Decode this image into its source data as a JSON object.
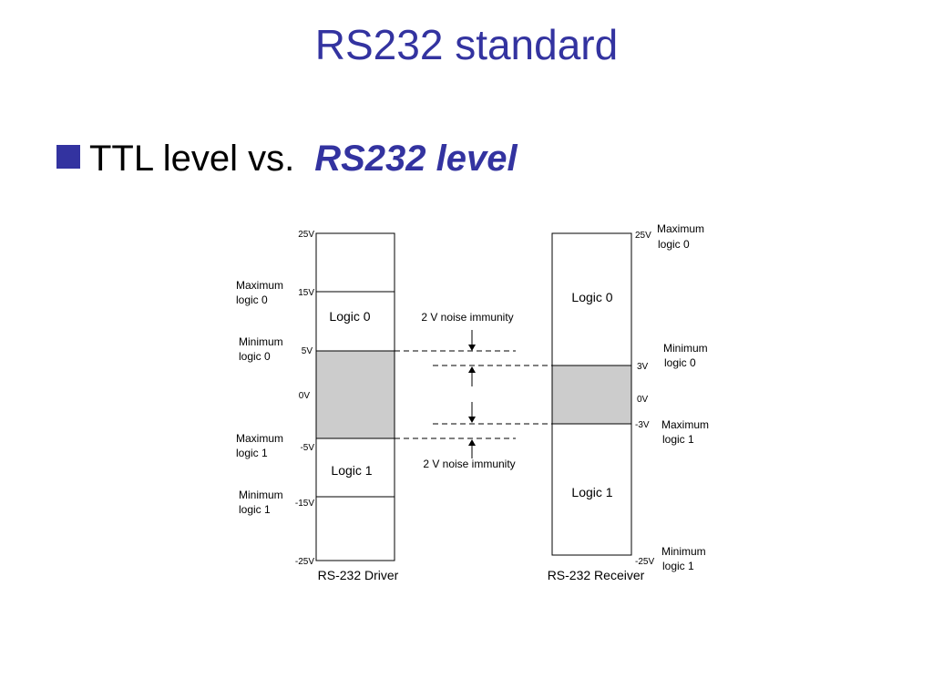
{
  "slide": {
    "title": "RS232 standard",
    "bullet_main": "TTL level  vs.",
    "bullet_emphasis": "RS232 level",
    "accent_color": "#3333a0"
  },
  "diagram": {
    "driver": {
      "caption": "RS-232 Driver",
      "ticks": [
        "25V",
        "15V",
        "5V",
        "0V",
        "-5V",
        "-15V",
        "-25V"
      ],
      "logic0": "Logic 0",
      "logic1": "Logic 1",
      "labels": {
        "max0_l1": "Maximum",
        "max0_l2": "logic 0",
        "min0_l1": "Minimum",
        "min0_l2": "logic 0",
        "max1_l1": "Maximum",
        "max1_l2": "logic 1",
        "min1_l1": "Minimum",
        "min1_l2": "logic 1"
      }
    },
    "receiver": {
      "caption": "RS-232 Receiver",
      "ticks": [
        "25V",
        "3V",
        "0V",
        "-3V",
        "-25V"
      ],
      "logic0": "Logic 0",
      "logic1": "Logic 1",
      "labels": {
        "max0_l1": "Maximum",
        "max0_l2": "logic 0",
        "min0_l1": "Minimum",
        "min0_l2": "logic 0",
        "max1_l1": "Maximum",
        "max1_l2": "logic 1",
        "min1_l1": "Minimum",
        "min1_l2": "logic 1"
      }
    },
    "noise_top": "2 V noise immunity",
    "noise_bottom": "2 V noise immunity",
    "undefined_fill": "#cccccc"
  }
}
